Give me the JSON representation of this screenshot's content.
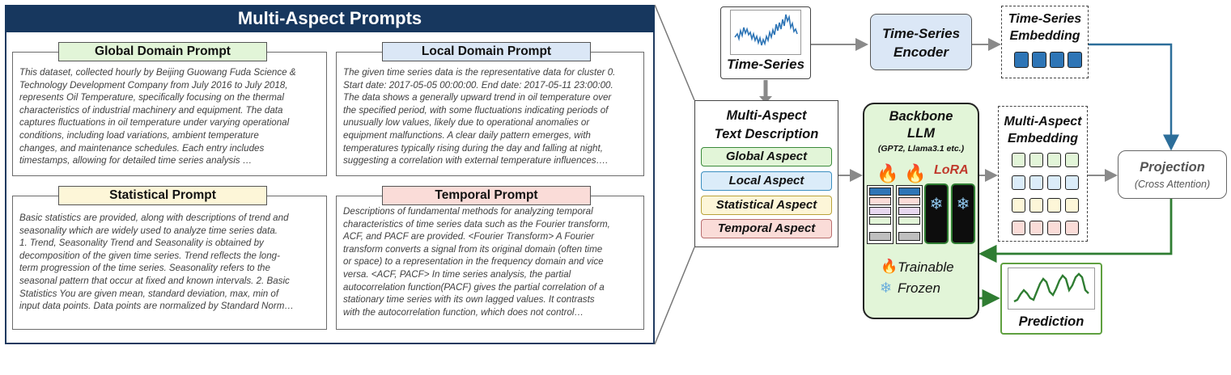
{
  "panel": {
    "title": "Multi-Aspect Prompts",
    "global": {
      "title": "Global Domain Prompt",
      "lines": [
        "This dataset, collected hourly by Beijing Guowang Fuda Science &",
        "Technology Development Company from July 2016 to July 2018,",
        "represents Oil Temperature, specifically focusing on the thermal",
        "characteristics of industrial machinery and equipment. The data",
        "captures fluctuations in oil temperature under varying operational",
        "conditions, including load variations, ambient temperature",
        "changes, and maintenance schedules. Each entry includes",
        "timestamps, allowing for detailed time series analysis …"
      ]
    },
    "local": {
      "title": "Local Domain Prompt",
      "lines": [
        "The given time series data is the representative data for cluster 0.",
        "Start date: 2017-05-05 00:00:00. End date: 2017-05-11 23:00:00.",
        "The data shows a generally upward trend in oil temperature over",
        "the specified period, with some fluctuations indicating periods of",
        "unusually low values, likely due to operational anomalies or",
        "equipment malfunctions. A clear daily pattern emerges, with",
        "temperatures typically rising during the day and falling at night,",
        "suggesting a correlation with external temperature influences…."
      ]
    },
    "statistical": {
      "title": "Statistical Prompt",
      "lines": [
        "Basic statistics are provided, along with descriptions of trend and",
        "seasonality which are widely used to analyze time series data.",
        "1. Trend, Seasonality Trend and Seasonality is obtained by",
        "decomposition of the given time series. Trend reflects the long-",
        "term progression of the time series. Seasonality refers to the",
        "seasonal pattern that occur at fixed and known intervals. 2. Basic",
        "Statistics You are given mean, standard deviation, max, min of",
        "input data points. Data points are normalized by Standard Norm…"
      ]
    },
    "temporal": {
      "title": "Temporal Prompt",
      "lines": [
        "Descriptions of fundamental methods for analyzing temporal",
        "characteristics of time series data such as the Fourier transform,",
        "ACF, and PACF are provided. <Fourier Transform> A Fourier",
        "transform converts a signal from its original domain (often time",
        "or space) to a representation in the frequency domain and vice",
        "versa. <ACF, PACF> In time series analysis, the partial",
        "autocorrelation function(PACF) gives the partial correlation of a",
        "stationary time series with its own lagged values. It contrasts",
        "with the autocorrelation function, which does not control…"
      ]
    }
  },
  "diagram": {
    "time_series": "Time-Series",
    "encoder": [
      "Time-Series",
      "Encoder"
    ],
    "ts_embedding": [
      "Time-Series",
      "Embedding"
    ],
    "mat": [
      "Multi-Aspect",
      "Text Description"
    ],
    "aspects": [
      "Global Aspect",
      "Local Aspect",
      "Statistical Aspect",
      "Temporal Aspect"
    ],
    "backbone": [
      "Backbone",
      "LLM"
    ],
    "backbone_sub": "(GPT2, Llama3.1 etc.)",
    "lora": "LoRA",
    "trainable": "Trainable",
    "frozen": "Frozen",
    "ma_embedding": [
      "Multi-Aspect",
      "Embedding"
    ],
    "projection": "Projection",
    "projection_sub": "(Cross Attention)",
    "prediction": "Prediction",
    "fire_icon": "🔥",
    "snow_icon": "❄"
  },
  "colors": {
    "header": "#17375e",
    "global": "#e2f5d8",
    "local": "#dbe7f6",
    "statistical": "#fdf6d8",
    "temporal": "#fadcd8",
    "encoder": "#dbe7f6",
    "backbone": "#e2f5d8",
    "green_accent": "#2f7d32",
    "blue_accent": "#2c6e9a",
    "embed_blue": "#2e75b6"
  }
}
